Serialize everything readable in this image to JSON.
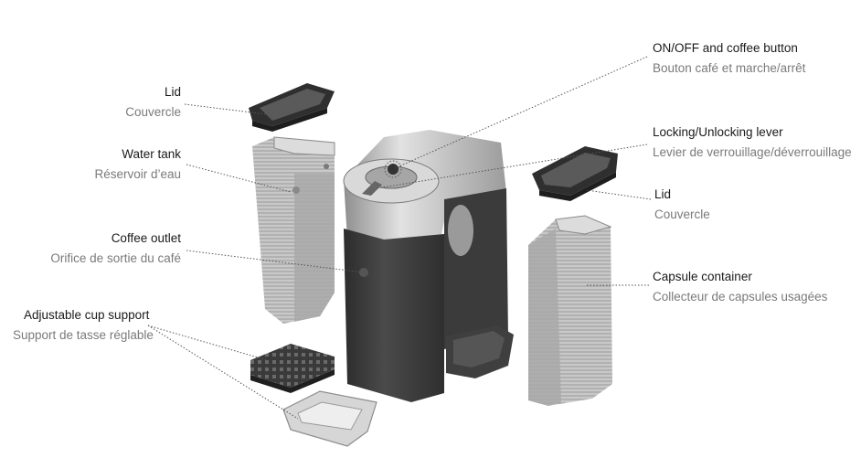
{
  "labels": {
    "lid_left": {
      "en": "Lid",
      "fr": "Couvercle"
    },
    "water_tank": {
      "en": "Water tank",
      "fr": "Réservoir d’eau"
    },
    "coffee_outlet": {
      "en": "Coffee outlet",
      "fr": "Orifice de sortie du café"
    },
    "cup_support": {
      "en": "Adjustable cup support",
      "fr": "Support de tasse réglable"
    },
    "onoff_button": {
      "en": "ON/OFF and coffee button",
      "fr": "Bouton café et marche/arrêt"
    },
    "locking_lever": {
      "en": "Locking/Unlocking lever",
      "fr": "Levier de verrouillage/déverrouillage"
    },
    "lid_right": {
      "en": "Lid",
      "fr": "Couvercle"
    },
    "capsule_container": {
      "en": "Capsule container",
      "fr": "Collecteur de capsules usagées"
    }
  },
  "colors": {
    "text_primary": "#1a1a1a",
    "text_secondary": "#7a7a7a",
    "leader_line": "#555555",
    "part_dark": "#3d3d3d",
    "part_metal": "#b9b9b9"
  }
}
